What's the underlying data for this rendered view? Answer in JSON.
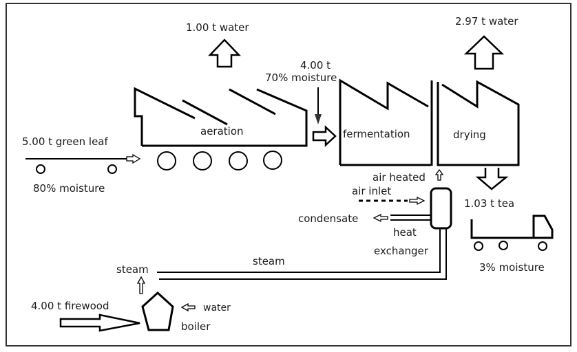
{
  "title": "Black tea processing mass balance diagram",
  "labels": {
    "water_out_aeration": "1.00 t water",
    "water_out_drying": "2.97 t water",
    "intermediate_mass": "4.00 t",
    "intermediate_moisture": "70% moisture",
    "green_leaf": "5.00 t green leaf",
    "green_leaf_moisture": "80% moisture",
    "aeration": "aeration",
    "fermentation": "fermentation",
    "drying": "drying",
    "air_heated": "air heated",
    "air_inlet": "air inlet",
    "condensate": "condensate",
    "heat_exchanger_line1": "heat",
    "heat_exchanger_line2": "exchanger",
    "tea_output": "1.03  t tea",
    "tea_moisture": "3% moisture",
    "steam_pipe": "steam",
    "steam_boiler": "steam",
    "firewood": "4.00 t firewood",
    "water_in": "water",
    "boiler": "boiler"
  },
  "flows": {
    "green_leaf_in_t": 5.0,
    "green_leaf_moisture_pct": 80,
    "aeration_water_out_t": 1.0,
    "after_aeration_t": 4.0,
    "after_aeration_moisture_pct": 70,
    "drying_water_out_t": 2.97,
    "tea_out_t": 1.03,
    "tea_moisture_pct": 3,
    "firewood_in_t": 4.0
  }
}
